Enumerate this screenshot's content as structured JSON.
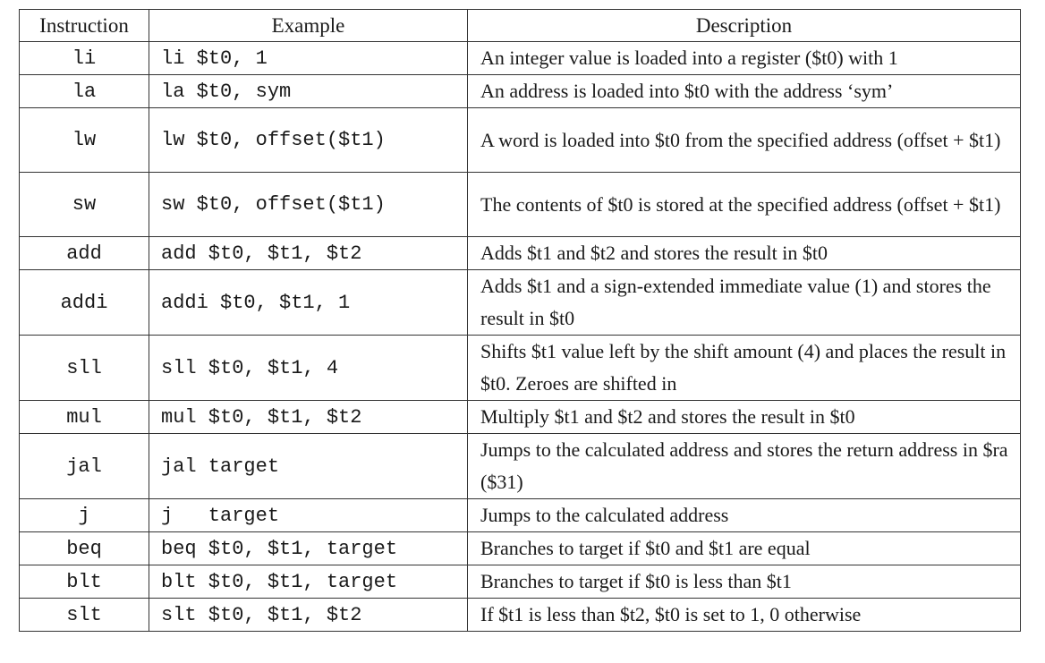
{
  "table": {
    "headers": {
      "instruction": "Instruction",
      "example": "Example",
      "description": "Description"
    },
    "rows": [
      {
        "instruction": "li",
        "example": "li $t0, 1",
        "description": "An integer value is loaded into a register ($t0) with 1"
      },
      {
        "instruction": "la",
        "example": "la $t0, sym",
        "description": "An address is loaded into $t0 with the address ‘sym’"
      },
      {
        "instruction": "lw",
        "example": "lw $t0, offset($t1)",
        "description": "A word is loaded into $t0 from the specified address (offset + $t1)"
      },
      {
        "instruction": "sw",
        "example": "sw $t0, offset($t1)",
        "description": "The contents of $t0 is stored at the specified address (offset + $t1)"
      },
      {
        "instruction": "add",
        "example": "add $t0, $t1, $t2",
        "description": "Adds $t1 and $t2 and stores the result in $t0"
      },
      {
        "instruction": "addi",
        "example": "addi $t0, $t1, 1",
        "description": "Adds $t1 and a sign-extended immediate value (1) and stores the result in $t0"
      },
      {
        "instruction": "sll",
        "example": "sll $t0, $t1, 4",
        "description": "Shifts $t1 value left by the shift amount (4) and places the result in $t0. Zeroes are shifted in"
      },
      {
        "instruction": "mul",
        "example": "mul $t0, $t1, $t2",
        "description": "Multiply $t1 and $t2 and stores the result in $t0"
      },
      {
        "instruction": "jal",
        "example": "jal target",
        "description": "Jumps to the calculated address and stores the return address in $ra ($31)"
      },
      {
        "instruction": "j",
        "example": "j   target",
        "description": "Jumps to the calculated address"
      },
      {
        "instruction": "beq",
        "example": "beq $t0, $t1, target",
        "description": "Branches to target if $t0 and $t1 are equal"
      },
      {
        "instruction": "blt",
        "example": "blt $t0, $t1, target",
        "description": "Branches to target if $t0 is less than $t1"
      },
      {
        "instruction": "slt",
        "example": "slt $t0, $t1, $t2",
        "description": "If $t1 is less than $t2, $t0 is set to 1, 0 otherwise"
      }
    ]
  }
}
